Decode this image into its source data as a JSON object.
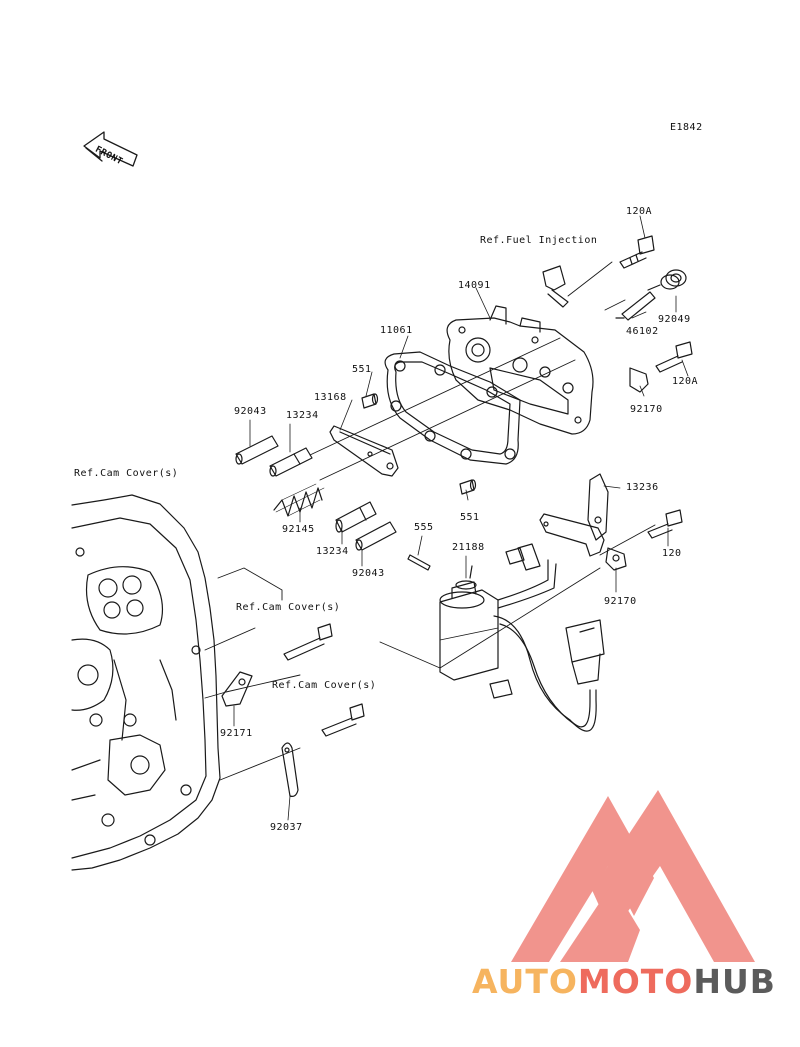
{
  "diagram_code": "E1842",
  "front_label": "FRONT",
  "callouts": {
    "p120A_top": "120A",
    "ref_fuel": "Ref.Fuel Injection",
    "p14091": "14091",
    "p92049": "92049",
    "p46102": "46102",
    "p11061": "11061",
    "p551_top": "551",
    "p120A_mid": "120A",
    "p13168": "13168",
    "p92170_top": "92170",
    "p92043_top": "92043",
    "p13234_top": "13234",
    "ref_cam_1": "Ref.Cam Cover(s)",
    "p13236": "13236",
    "p551_bot": "551",
    "p92145": "92145",
    "p555": "555",
    "p21188": "21188",
    "p120_right": "120",
    "p13234_bot": "13234",
    "p92043_bot": "92043",
    "p92170_bot": "92170",
    "ref_cam_2": "Ref.Cam Cover(s)",
    "ref_cam_3": "Ref.Cam Cover(s)",
    "p92171": "92171",
    "p92037": "92037"
  },
  "watermark": {
    "part1": "AUTO",
    "part2": "MOTO",
    "part3": "HUB",
    "colors": {
      "orange": "#f6b45f",
      "red": "#ee6b5d",
      "gray": "#5b5b5b",
      "logo": "#f08c84"
    }
  }
}
